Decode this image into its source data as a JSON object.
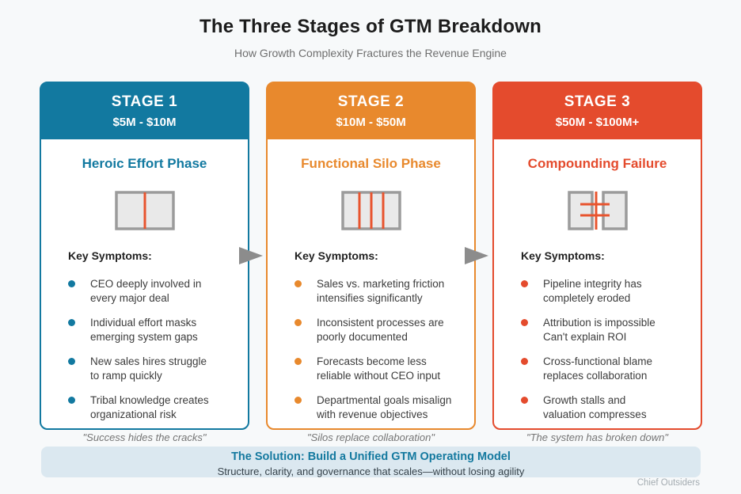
{
  "header": {
    "title": "The Three Stages of GTM Breakdown",
    "subtitle": "How Growth Complexity Fractures the Revenue Engine"
  },
  "stages": [
    {
      "stage_label": "STAGE 1",
      "range": "$5M - $10M",
      "phase": "Heroic Effort Phase",
      "color": "#1279a0",
      "icon": "box-single-crack-icon",
      "symptoms_heading": "Key Symptoms:",
      "symptoms": [
        [
          "CEO deeply involved in",
          "every major deal"
        ],
        [
          "Individual effort masks",
          "emerging system gaps"
        ],
        [
          "New sales hires struggle",
          "to ramp quickly"
        ],
        [
          "Tribal knowledge creates",
          "organizational risk"
        ]
      ],
      "quote": "\"Success hides the cracks\""
    },
    {
      "stage_label": "STAGE 2",
      "range": "$10M - $50M",
      "phase": "Functional Silo Phase",
      "color": "#e8892d",
      "icon": "box-silos-icon",
      "symptoms_heading": "Key Symptoms:",
      "symptoms": [
        [
          "Sales vs. marketing friction",
          "intensifies significantly"
        ],
        [
          "Inconsistent processes are",
          "poorly documented"
        ],
        [
          "Forecasts become less",
          "reliable without CEO input"
        ],
        [
          "Departmental goals misalign",
          "with revenue objectives"
        ]
      ],
      "quote": "\"Silos replace collaboration\""
    },
    {
      "stage_label": "STAGE 3",
      "range": "$50M - $100M+",
      "phase": "Compounding Failure",
      "color": "#e44b2d",
      "icon": "box-broken-icon",
      "symptoms_heading": "Key Symptoms:",
      "symptoms": [
        [
          "Pipeline integrity has",
          "completely eroded"
        ],
        [
          "Attribution is impossible",
          "Can't explain ROI"
        ],
        [
          "Cross-functional blame",
          "replaces collaboration"
        ],
        [
          "Growth stalls and",
          "valuation compresses"
        ]
      ],
      "quote": "\"The system has broken down\""
    }
  ],
  "solution": {
    "title": "The Solution: Build a Unified GTM Operating Model",
    "subtitle": "Structure, clarity, and governance that scales—without losing agility"
  },
  "footer": {
    "brand": "Chief Outsiders"
  },
  "colors": {
    "stage1": "#1279a0",
    "stage2": "#e8892d",
    "stage3": "#e44b2d",
    "icon_border": "#9b9b9b",
    "icon_fill": "#e9e9e9",
    "icon_line": "#e8542e",
    "arrow": "#8c8c8c",
    "solution_bg": "#dbe8f0",
    "page_bg": "#f7f9fa"
  }
}
